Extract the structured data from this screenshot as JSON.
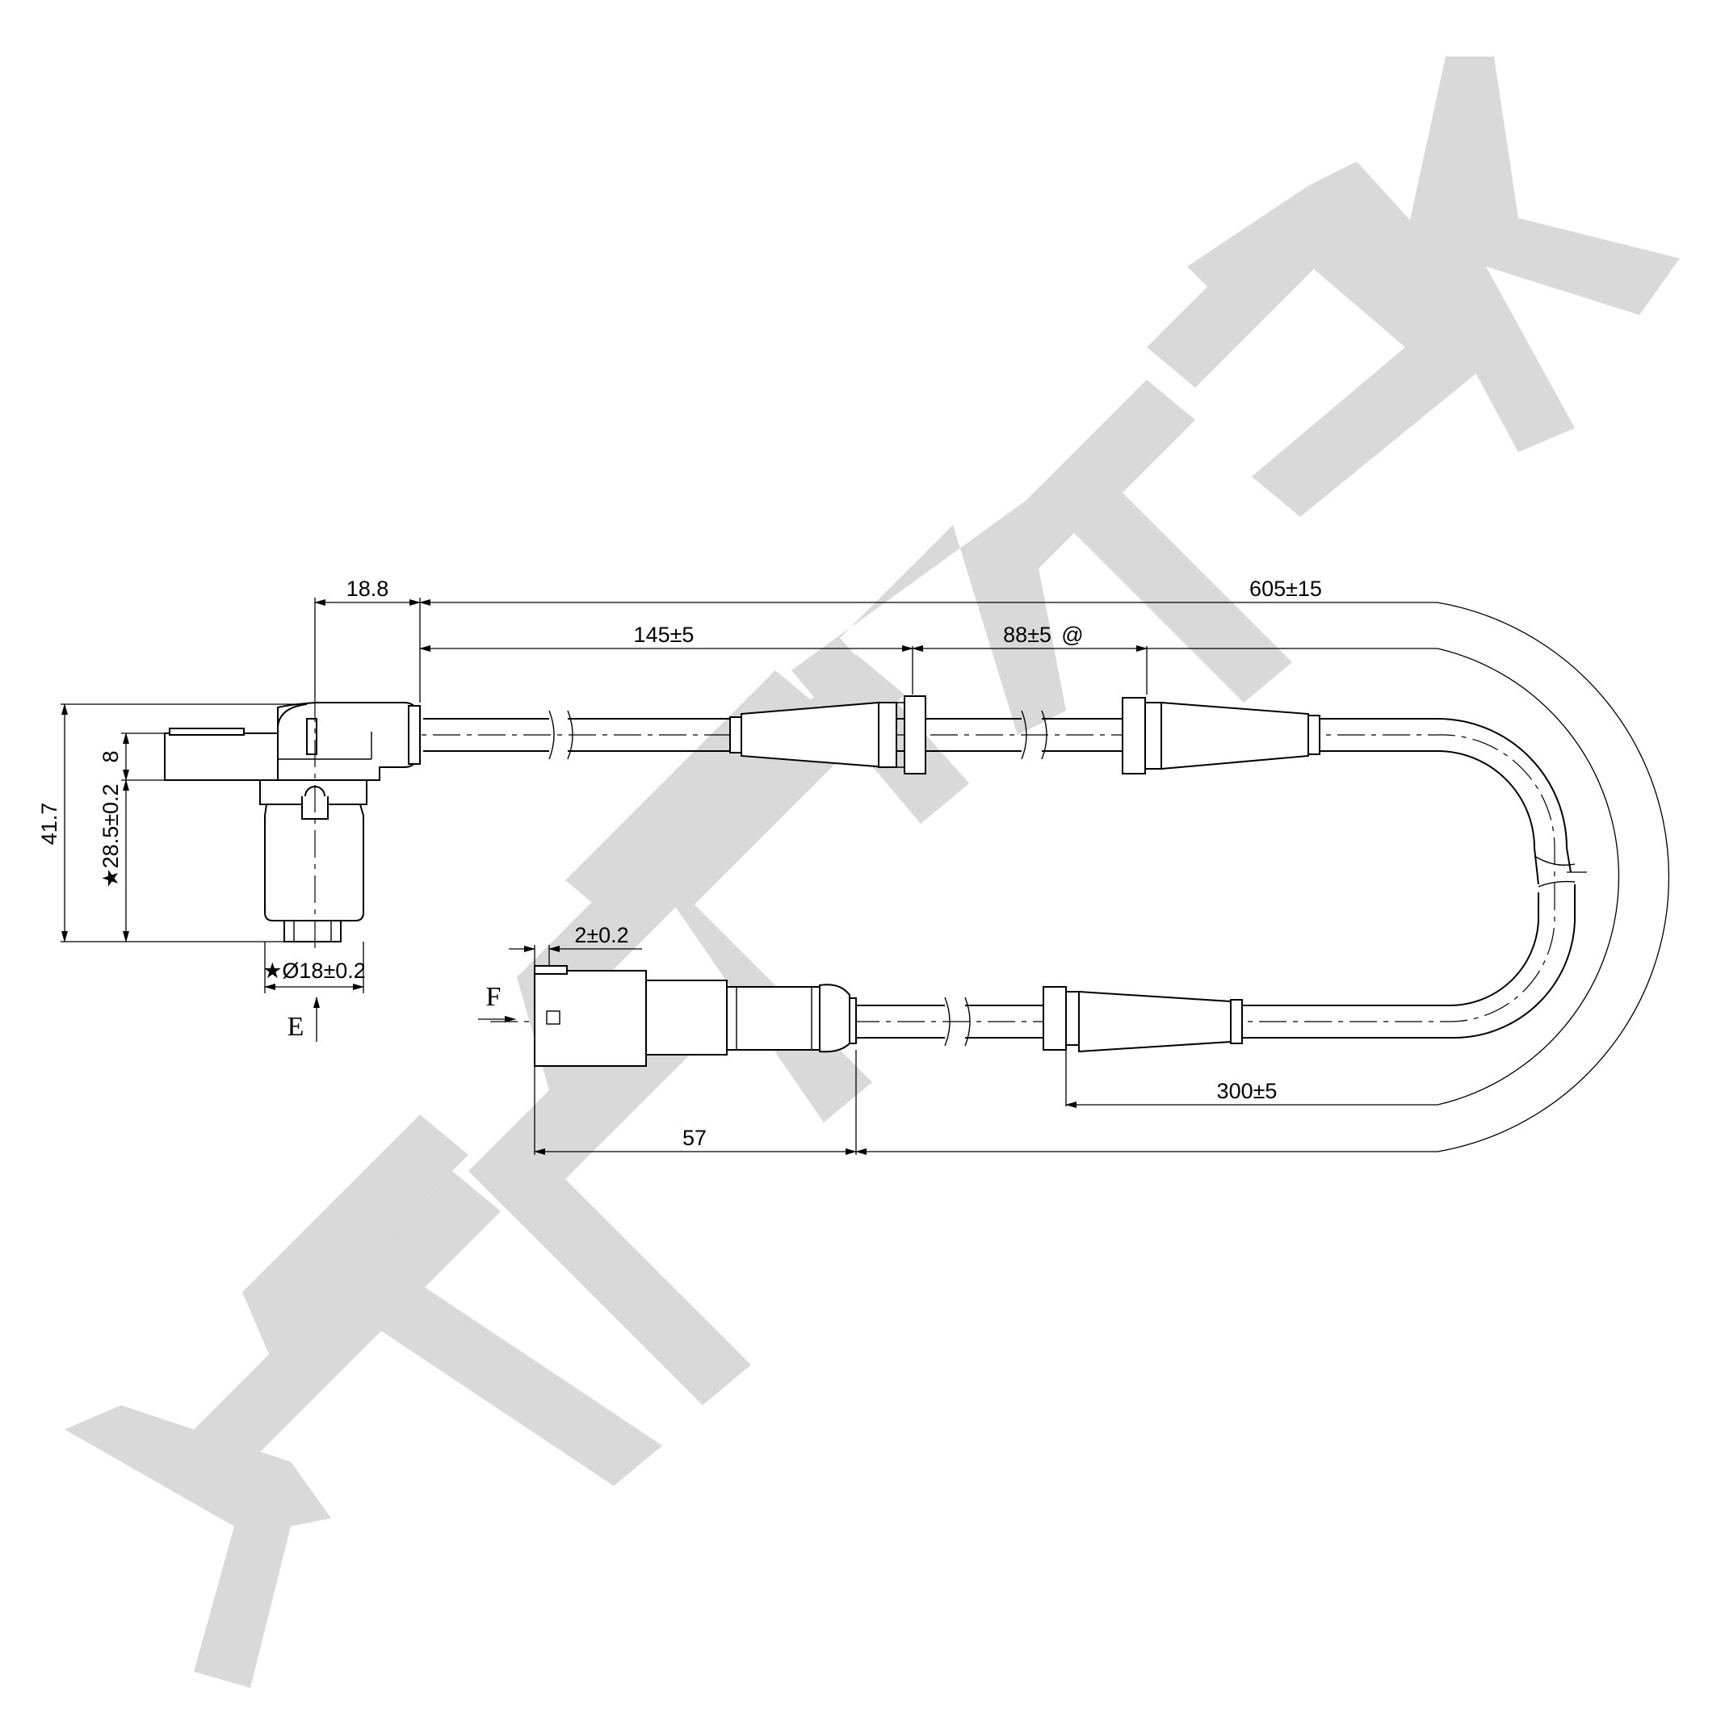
{
  "watermark": {
    "text": "ZENWEK",
    "color": "#d9d9d9"
  },
  "dimensions": {
    "sensor_offset": "18.8",
    "total_length": "605±15",
    "sensor_to_grommet": "145±5",
    "grommet_spacing": "88±5",
    "grommet_spacing_mark": "@",
    "rear_sleeve": "300±5",
    "connector_length": "57",
    "pin_offset": "2±0.2",
    "sensor_height": "41.7",
    "flange_thickness": "8",
    "body_length": "★28.5±0.2",
    "body_diameter": "★Ø18±0.2"
  },
  "view_labels": {
    "e": "E",
    "f": "F"
  }
}
